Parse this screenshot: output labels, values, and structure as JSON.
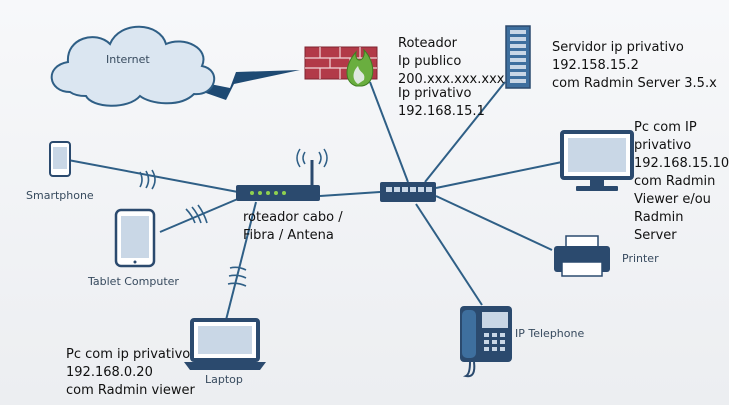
{
  "nodes": {
    "internet": "Internet",
    "smartphone": "Smartphone",
    "tablet": "Tablet Computer",
    "laptop": "Laptop",
    "printer": "Printer",
    "ip_phone": "IP Telephone"
  },
  "notes": {
    "roteador": [
      "Roteador",
      "Ip publico",
      "200.xxx.xxx.xxx",
      "Ip privativo",
      "192.168.15.1"
    ],
    "servidor": [
      "Servidor ip privativo",
      "192.158.15.2",
      "com Radmin Server 3.5.x"
    ],
    "pc": [
      "Pc com IP",
      "privativo",
      "192.168.15.10",
      "com Radmin",
      "Viewer e/ou",
      "Radmin",
      "Server"
    ],
    "roteador_cabo": [
      "roteador cabo /",
      "Fibra / Antena"
    ],
    "laptop_pc": [
      "Pc com ip privativo",
      "192.168.0.20",
      "com Radmin viewer"
    ]
  },
  "colors": {
    "line": "#2f5f86",
    "device_dark": "#2b4a6e",
    "device_mid": "#3e6f9e",
    "screen_light": "#c9d7e6",
    "firewall": "#b23a48",
    "flame": "#6aae3f",
    "cloud": "#dbe6f1"
  }
}
